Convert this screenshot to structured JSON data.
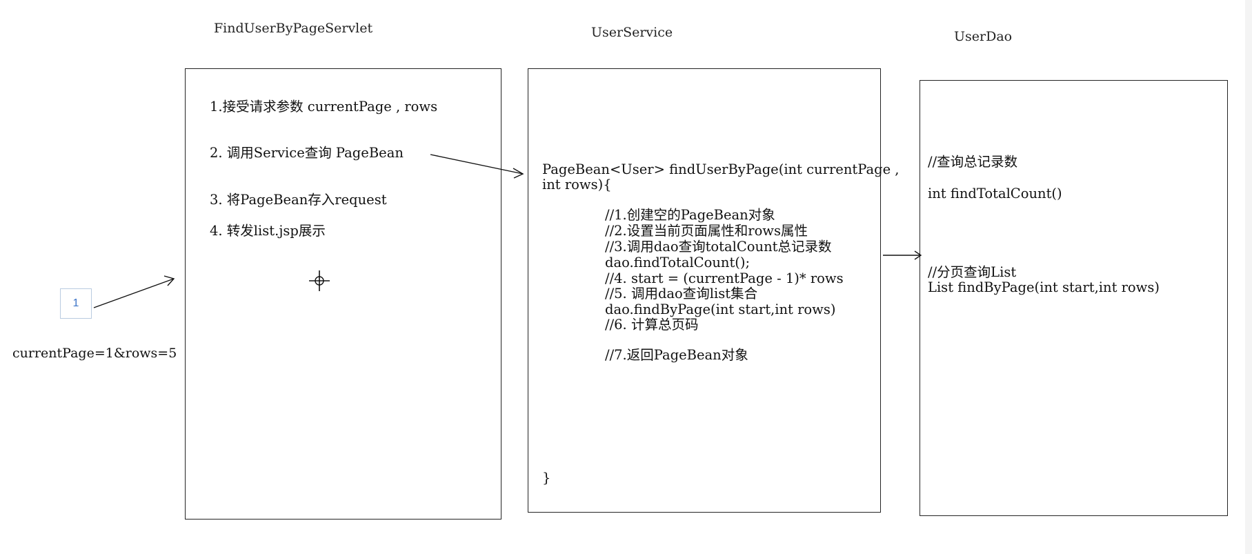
{
  "titles": {
    "servlet": "FindUserByPageServlet",
    "service": "UserService",
    "dao": "UserDao"
  },
  "servlet_steps": [
    "1.接受请求参数 currentPage , rows",
    "2. 调用Service查询 PageBean",
    "3. 将PageBean存入request",
    "4. 转发list.jsp展示"
  ],
  "service_code": {
    "signature_line1": "PageBean<User> findUserByPage(int currentPage ,",
    "signature_line2": "int rows){",
    "comments": [
      "//1.创建空的PageBean对象",
      "//2.设置当前页面属性和rows属性",
      "//3.调用dao查询totalCount总记录数",
      "dao.findTotalCount();",
      "//4. start = (currentPage - 1)* rows",
      "//5. 调用dao查询list集合",
      "dao.findByPage(int start,int rows)",
      "//6. 计算总页码"
    ],
    "step7": "//7.返回PageBean对象",
    "closing_brace": "}"
  },
  "dao_code": {
    "comment_total": "//查询总记录数",
    "method_total": "int findTotalCount()",
    "comment_list": "//分页查询List",
    "method_list": "List findByPage(int start,int rows)"
  },
  "client": {
    "page_number": "1",
    "params": "currentPage=1&rows=5"
  }
}
